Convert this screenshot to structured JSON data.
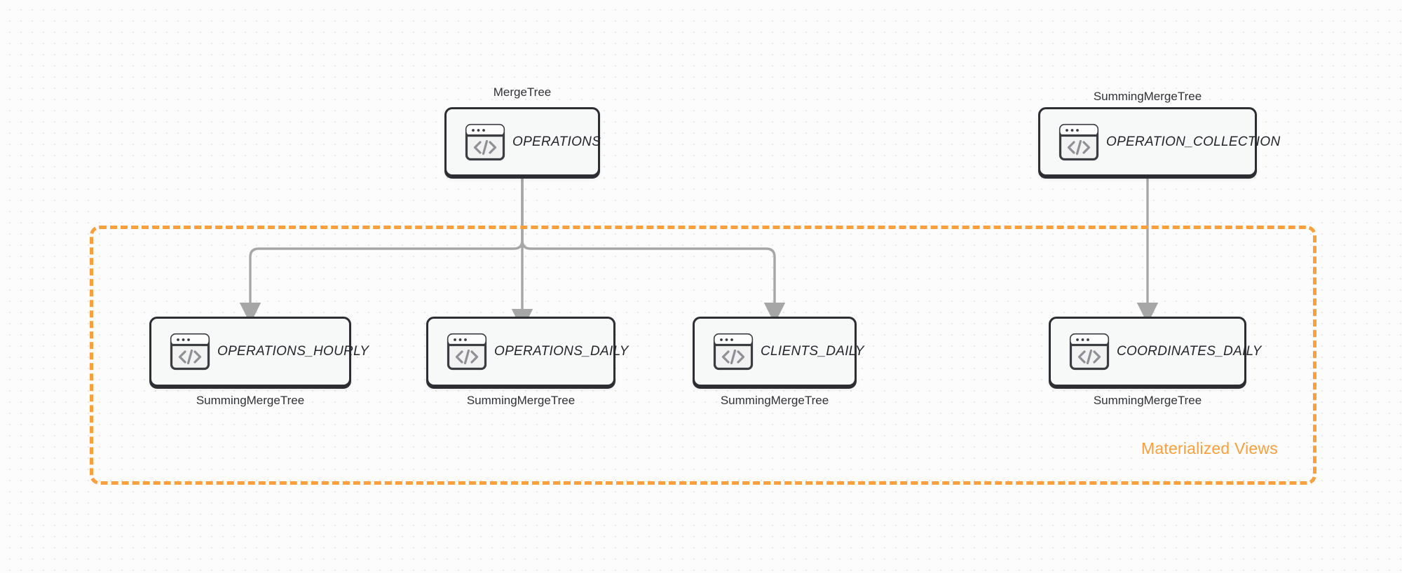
{
  "diagram": {
    "title": "ClickHouse table / materialized view topology",
    "background_color": "#fcfcfc",
    "accent_color": "#F9A03C",
    "node_border_color": "#2c2e34",
    "node_fill_color": "#f7f8f8",
    "connector_color": "#a6a6a6"
  },
  "group": {
    "label": "Materialized Views",
    "border_style": "dashed",
    "border_color": "#F9A03C"
  },
  "source_nodes": [
    {
      "id": "operations",
      "label": "OPERATIONS",
      "engine": "MergeTree",
      "engine_position": "above",
      "icon": "code-window-icon"
    },
    {
      "id": "operation_collection",
      "label": "OPERATION_COLLECTION",
      "engine": "SummingMergeTree",
      "engine_position": "above",
      "icon": "code-window-icon"
    }
  ],
  "view_nodes": [
    {
      "id": "operations_hourly",
      "label": "OPERATIONS_HOURLY",
      "engine": "SummingMergeTree",
      "engine_position": "below",
      "icon": "code-window-icon"
    },
    {
      "id": "operations_daily",
      "label": "OPERATIONS_DAILY",
      "engine": "SummingMergeTree",
      "engine_position": "below",
      "icon": "code-window-icon"
    },
    {
      "id": "clients_daily",
      "label": "CLIENTS_DAILY",
      "engine": "SummingMergeTree",
      "engine_position": "below",
      "icon": "code-window-icon"
    },
    {
      "id": "coordinates_daily",
      "label": "COORDINATES_DAILY",
      "engine": "SummingMergeTree",
      "engine_position": "below",
      "icon": "code-window-icon"
    }
  ],
  "edges": [
    {
      "from": "operations",
      "to": "operations_hourly"
    },
    {
      "from": "operations",
      "to": "operations_daily"
    },
    {
      "from": "operations",
      "to": "clients_daily"
    },
    {
      "from": "operation_collection",
      "to": "coordinates_daily"
    }
  ]
}
